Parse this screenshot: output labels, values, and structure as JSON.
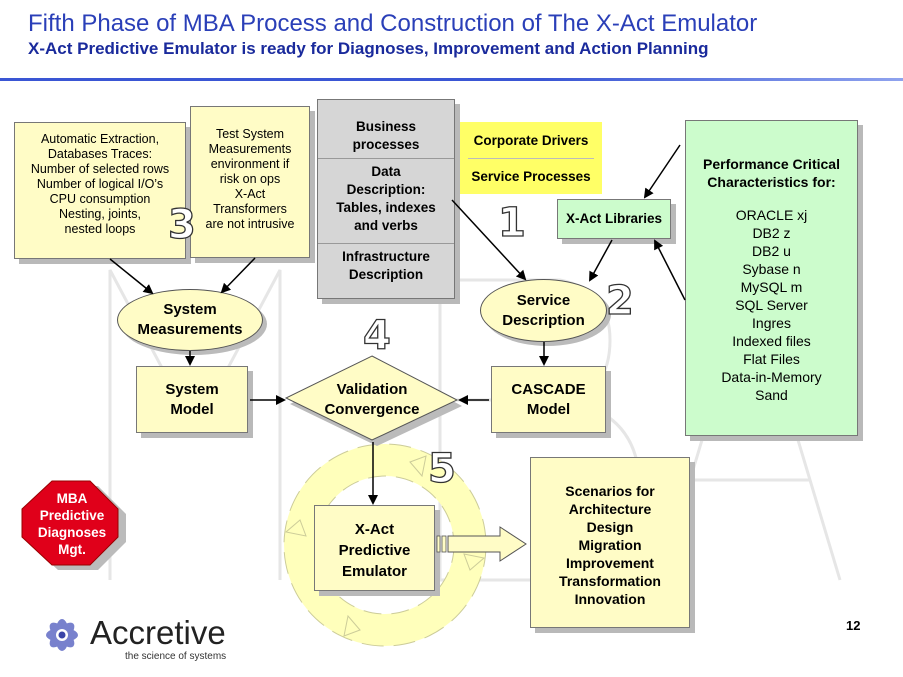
{
  "header": {
    "title": "Fifth Phase of MBA Process and Construction of The X-Act Emulator",
    "subtitle": "X-Act Predictive Emulator is ready for Diagnoses, Improvement and Action Planning"
  },
  "auto_extraction": {
    "lines": [
      "Automatic Extraction,",
      "Databases Traces:",
      "Number of selected rows",
      "Number of logical I/O’s",
      "CPU consumption",
      "Nesting, joints,",
      "nested loops"
    ]
  },
  "test_system": {
    "lines": [
      "Test System",
      "Measurements",
      "environment if",
      "risk on ops",
      "X-Act",
      "Transformers",
      "are not intrusive"
    ]
  },
  "gray_box": {
    "business": [
      "Business",
      "processes"
    ],
    "data": [
      "Data",
      "Description:",
      "Tables, indexes",
      "and verbs"
    ],
    "infra": [
      "Infrastructure",
      "Description"
    ]
  },
  "corporate": {
    "drivers": "Corporate Drivers",
    "service_processes": "Service Processes"
  },
  "xact_libraries": "X-Act Libraries",
  "performance": {
    "heading": [
      "Performance Critical",
      "Characteristics for:"
    ],
    "items": [
      "ORACLE xj",
      "DB2 z",
      "DB2 u",
      "Sybase n",
      "MySQL m",
      "SQL Server",
      "Ingres",
      "Indexed files",
      "Flat Files",
      "Data-in-Memory",
      "Sand"
    ]
  },
  "system_measurements": [
    "System",
    "Measurements"
  ],
  "service_description": [
    "Service",
    "Description"
  ],
  "system_model": [
    "System",
    "Model"
  ],
  "validation": [
    "Validation",
    "Convergence"
  ],
  "cascade_model": [
    "CASCADE",
    "Model"
  ],
  "emulator": [
    "X-Act",
    "Predictive",
    "Emulator"
  ],
  "scenarios": {
    "lines": [
      "Scenarios for",
      "Architecture",
      "Design",
      "Migration",
      "Improvement",
      "Transformation",
      "Innovation"
    ]
  },
  "mba_badge": [
    "MBA",
    "Predictive",
    "Diagnoses",
    "Mgt."
  ],
  "numbers": {
    "n1": "1",
    "n2": "2",
    "n3": "3",
    "n4": "4",
    "n5": "5"
  },
  "footer": {
    "logo_name": "Accretive",
    "tagline": "the science of systems",
    "page_number": "12"
  },
  "colors": {
    "title_blue": "#2a3fb8",
    "box_yellow": "#fffcc6",
    "box_green": "#ccfccc",
    "box_gray": "#d6d6d6",
    "highlight_yellow": "#ffff66",
    "badge_red": "#e0001a"
  }
}
